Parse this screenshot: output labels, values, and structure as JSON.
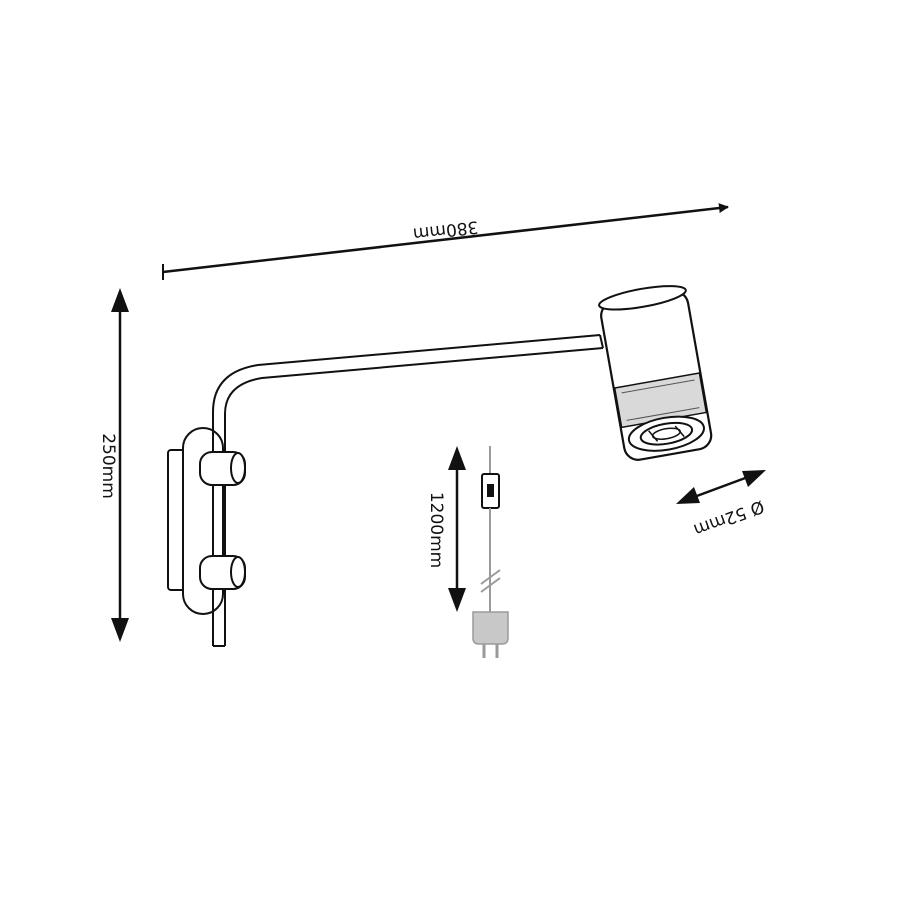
{
  "dimensions": {
    "width_label": "380mm",
    "height_label": "250mm",
    "cable_length_label": "1200mm",
    "shade_diameter_label": "Ø 52mm"
  },
  "colors": {
    "line": "#111111",
    "cable": "#9a9a9a",
    "shade_band": "#d9d9d9",
    "background": "#ffffff"
  }
}
